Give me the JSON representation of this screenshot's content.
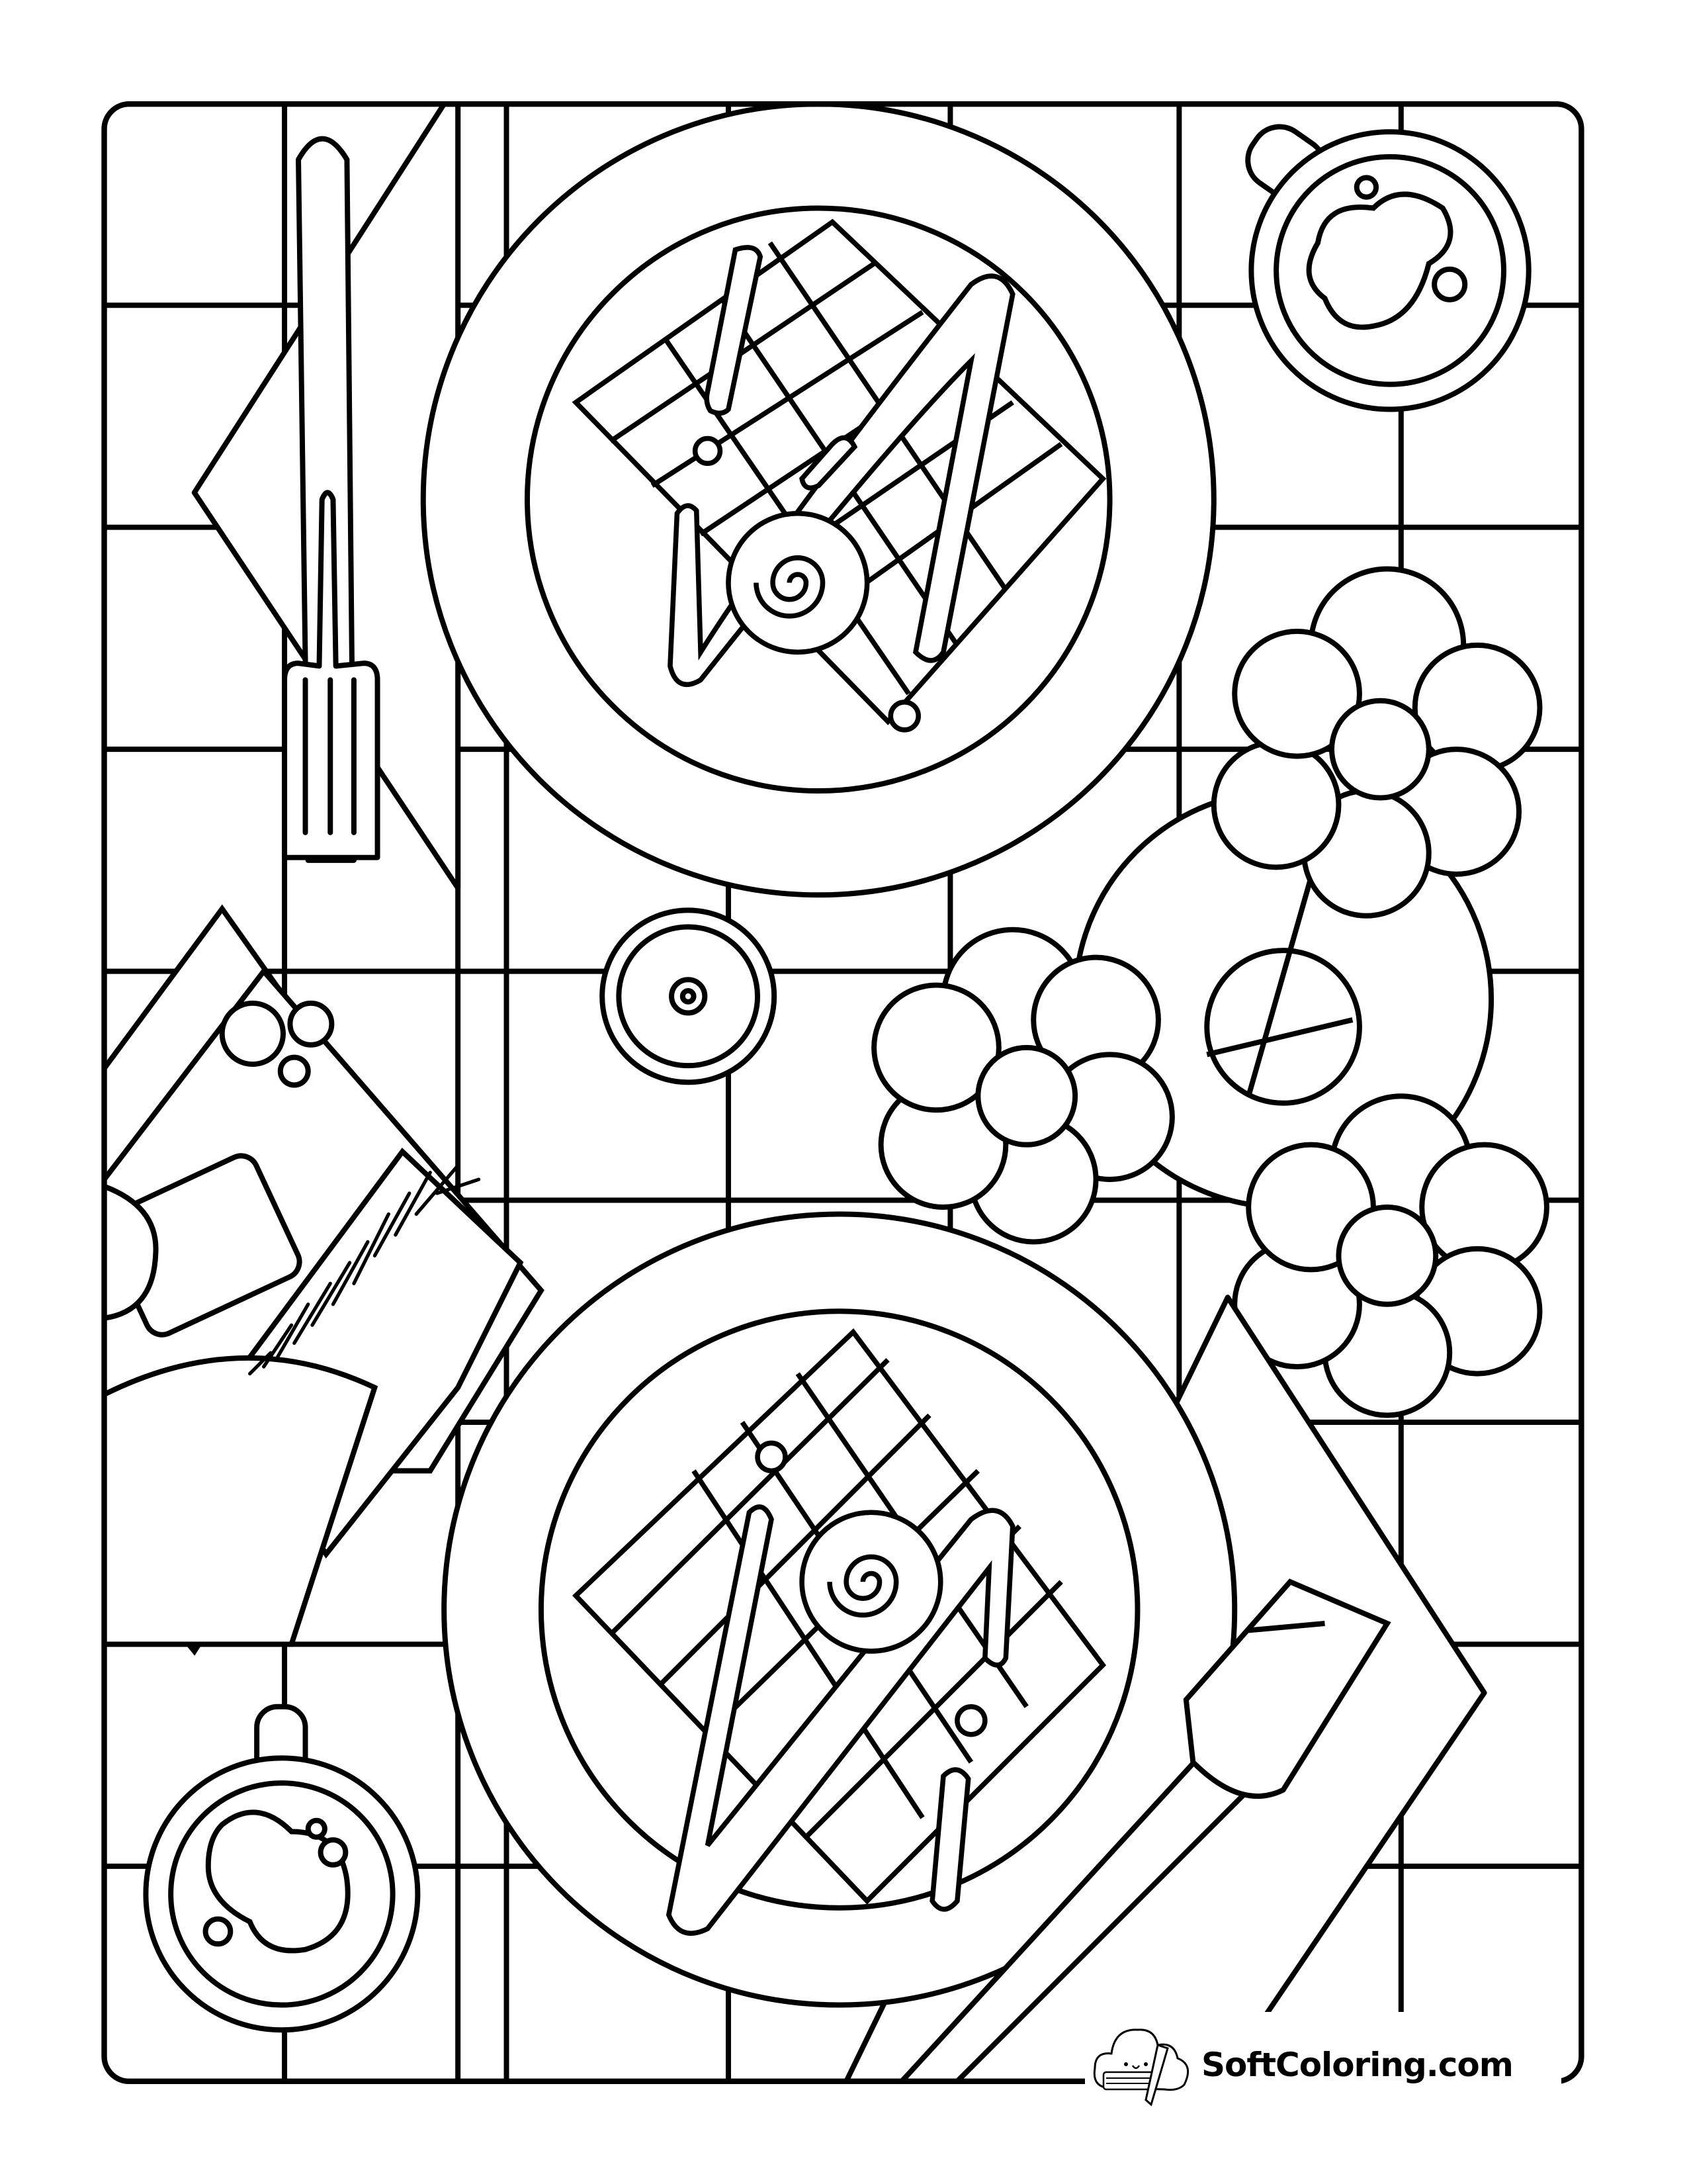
{
  "page": {
    "type": "coloring-page",
    "subject": "breakfast table top view with waffles, coffee cups, flowers, menu and cutlery",
    "background_color": "#ffffff",
    "line_color": "#000000"
  },
  "watermark": {
    "text": "SoftColoring.com",
    "icon": "cloud-with-pencil-icon"
  }
}
